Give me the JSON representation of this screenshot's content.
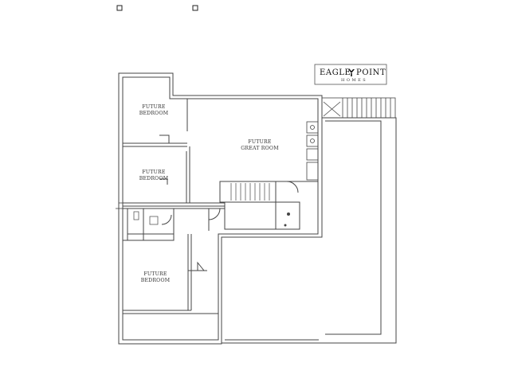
{
  "logo": {
    "brand_left": "EAGLE",
    "brand_right": "POINT",
    "sub": "HOMES"
  },
  "rooms": {
    "bedroom_top": {
      "line1": "FUTURE",
      "line2": "BEDROOM"
    },
    "bedroom_middle": {
      "line1": "FUTURE",
      "line2": "BEDROOM"
    },
    "bedroom_bottom": {
      "line1": "FUTURE",
      "line2": "BEDROOM"
    },
    "great_room": {
      "line1": "FUTURE",
      "line2": "GREAT ROOM"
    }
  }
}
